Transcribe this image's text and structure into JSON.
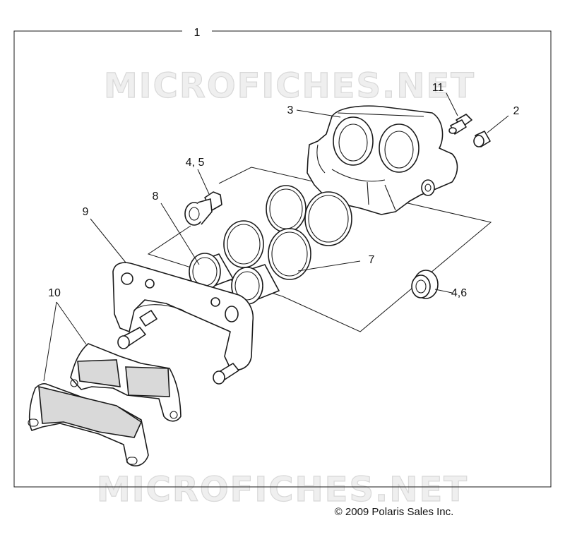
{
  "watermarks": [
    "MICROFICHES.NET",
    "MICROFICHES.NET"
  ],
  "callouts": {
    "c1": "1",
    "c2": "2",
    "c3": "3",
    "c11": "11",
    "c45": "4, 5",
    "c8": "8",
    "c9": "9",
    "c7": "7",
    "c46": "4,6",
    "c10": "10"
  },
  "copyright": "© 2009 Polaris Sales Inc."
}
